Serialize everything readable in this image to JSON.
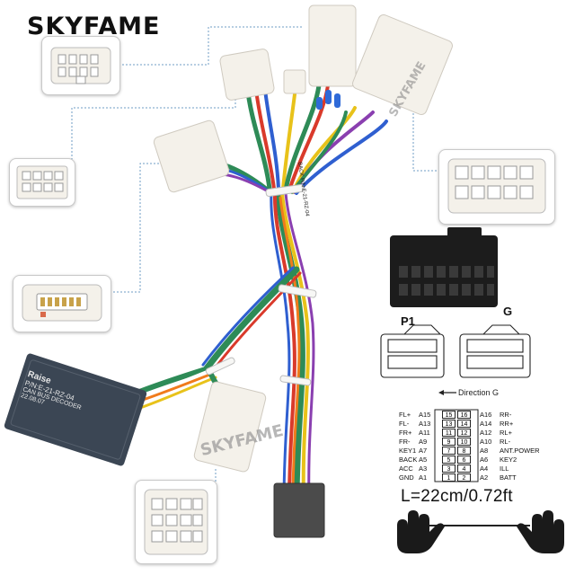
{
  "brand": {
    "name": "SKYFAME"
  },
  "watermark": {
    "text": "SKYFAME"
  },
  "decoder_box": {
    "line1": "Raise",
    "line2": "P/N:E-21-RZ-04",
    "line3": "CAN BUS DECODER",
    "line4": "22.08.07"
  },
  "cable_label": {
    "text": "BACK P/N:E-21-RZ-04"
  },
  "connector_diagram": {
    "p1_label": "P1",
    "g_label": "G",
    "direction_label": "Direction G",
    "pins_left": [
      {
        "name": "FL+",
        "pin": "A15",
        "num": "15"
      },
      {
        "name": "FL-",
        "pin": "A13",
        "num": "13"
      },
      {
        "name": "FR+",
        "pin": "A11",
        "num": "11"
      },
      {
        "name": "FR-",
        "pin": "A9",
        "num": "9"
      },
      {
        "name": "KEY1",
        "pin": "A7",
        "num": "7"
      },
      {
        "name": "BACK",
        "pin": "A5",
        "num": "5"
      },
      {
        "name": "ACC",
        "pin": "A3",
        "num": "3"
      },
      {
        "name": "GND",
        "pin": "A1",
        "num": "1"
      }
    ],
    "pins_right": [
      {
        "name": "RR-",
        "pin": "A16",
        "num": "16"
      },
      {
        "name": "RR+",
        "pin": "A14",
        "num": "14"
      },
      {
        "name": "RL+",
        "pin": "A12",
        "num": "12"
      },
      {
        "name": "RL-",
        "pin": "A10",
        "num": "10"
      },
      {
        "name": "ANT.POWER",
        "pin": "A8",
        "num": "8"
      },
      {
        "name": "KEY2",
        "pin": "A6",
        "num": "6"
      },
      {
        "name": "ILL",
        "pin": "A4",
        "num": "4"
      },
      {
        "name": "BATT",
        "pin": "A2",
        "num": "2"
      }
    ]
  },
  "cable_length": {
    "text": "L=22cm/0.72ft"
  },
  "colors": {
    "connector_white": "#f4f1ea",
    "decoder_dark": "#3b4654",
    "dotted_line": "#6f9cc4",
    "wire_green": "#2e8b57",
    "wire_red": "#d93a2b",
    "wire_yellow": "#e8c21a",
    "wire_blue": "#2f5fd0",
    "wire_purple": "#8a3fb0",
    "wire_orange": "#f07b1c",
    "wire_black": "#222222"
  }
}
